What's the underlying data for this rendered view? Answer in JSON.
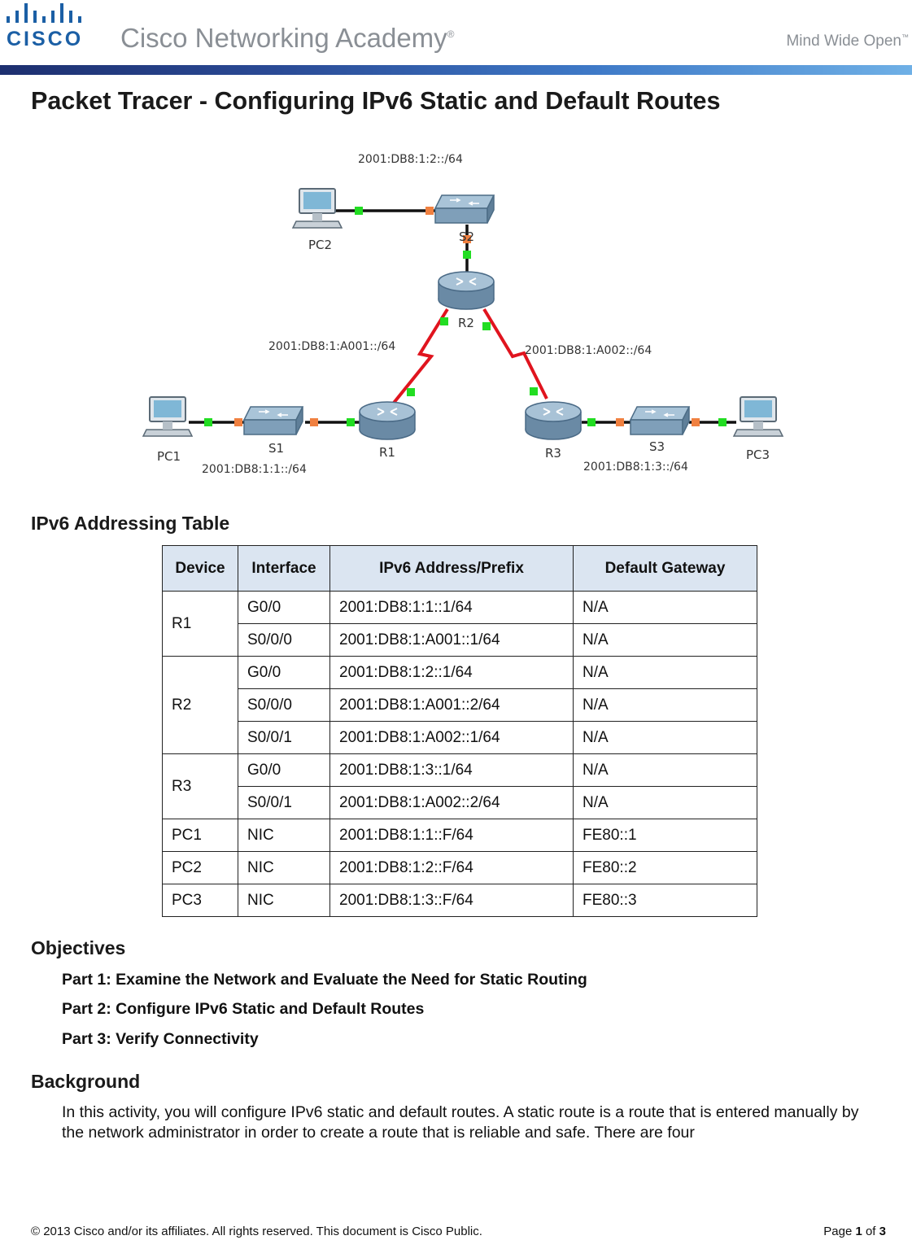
{
  "header": {
    "logo_text": "CISCO",
    "academy_name": "Cisco Networking Academy",
    "academy_mark": "®",
    "tagline": "Mind Wide Open",
    "tagline_mark": "™"
  },
  "title": "Packet Tracer - Configuring IPv6 Static and Default Routes",
  "topology": {
    "networks": {
      "pc2_lan": "2001:DB8:1:2::/64",
      "r1_r2": "2001:DB8:1:A001::/64",
      "r2_r3": "2001:DB8:1:A002::/64",
      "pc1_lan": "2001:DB8:1:1::/64",
      "pc3_lan": "2001:DB8:1:3::/64"
    },
    "devices": {
      "pc2": "PC2",
      "s2": "S2",
      "r2": "R2",
      "r1": "R1",
      "r3": "R3",
      "pc1": "PC1",
      "s1": "S1",
      "s3": "S3",
      "pc3": "PC3"
    },
    "colors": {
      "serial_link": "#e0141e",
      "ethernet_link": "#111111",
      "link_up": "#22dd22",
      "link_orange": "#f08040"
    }
  },
  "addressing_table": {
    "heading": "IPv6 Addressing Table",
    "headers": [
      "Device",
      "Interface",
      "IPv6 Address/Prefix",
      "Default Gateway"
    ],
    "rows": [
      {
        "device": "R1",
        "span": 2,
        "interface": "G0/0",
        "address": "2001:DB8:1:1::1/64",
        "gateway": "N/A"
      },
      {
        "interface": "S0/0/0",
        "address": "2001:DB8:1:A001::1/64",
        "gateway": "N/A"
      },
      {
        "device": "R2",
        "span": 3,
        "interface": "G0/0",
        "address": "2001:DB8:1:2::1/64",
        "gateway": "N/A"
      },
      {
        "interface": "S0/0/0",
        "address": "2001:DB8:1:A001::2/64",
        "gateway": "N/A"
      },
      {
        "interface": "S0/0/1",
        "address": "2001:DB8:1:A002::1/64",
        "gateway": "N/A"
      },
      {
        "device": "R3",
        "span": 2,
        "interface": "G0/0",
        "address": "2001:DB8:1:3::1/64",
        "gateway": "N/A"
      },
      {
        "interface": "S0/0/1",
        "address": "2001:DB8:1:A002::2/64",
        "gateway": "N/A"
      },
      {
        "device": "PC1",
        "span": 1,
        "interface": "NIC",
        "address": "2001:DB8:1:1::F/64",
        "gateway": "FE80::1"
      },
      {
        "device": "PC2",
        "span": 1,
        "interface": "NIC",
        "address": "2001:DB8:1:2::F/64",
        "gateway": "FE80::2"
      },
      {
        "device": "PC3",
        "span": 1,
        "interface": "NIC",
        "address": "2001:DB8:1:3::F/64",
        "gateway": "FE80::3"
      }
    ]
  },
  "objectives": {
    "heading": "Objectives",
    "parts": [
      "Part 1: Examine the Network and Evaluate the Need for Static Routing",
      "Part 2: Configure IPv6 Static and Default Routes",
      "Part 3: Verify Connectivity"
    ]
  },
  "background": {
    "heading": "Background",
    "text": "In this activity, you will configure IPv6 static and default routes. A static route is a route that is entered manually by the network administrator in order to create a route that is reliable and safe. There are four"
  },
  "footer": {
    "copyright": "© 2013 Cisco and/or its affiliates. All rights reserved. This document is Cisco Public.",
    "page_prefix": "Page ",
    "page_current": "1",
    "page_of": " of ",
    "page_total": "3"
  }
}
